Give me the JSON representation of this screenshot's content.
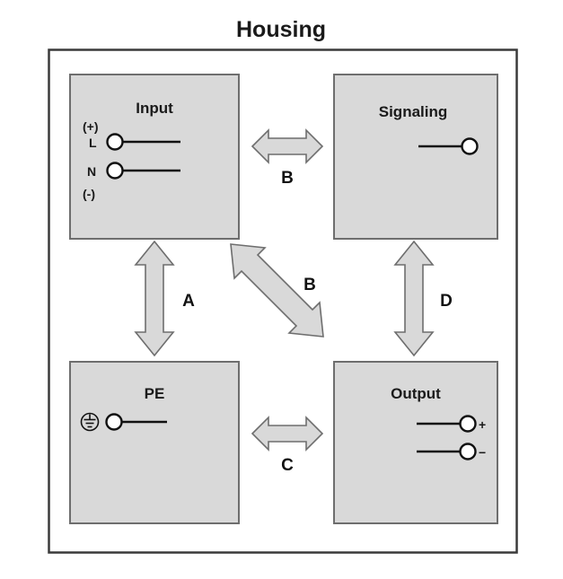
{
  "diagram": {
    "title": "Housing",
    "blocks": [
      {
        "id": "input",
        "label": "Input",
        "terminals": [
          {
            "name": "plus-marker",
            "label": "(+)"
          },
          {
            "name": "line-terminal",
            "label": "L"
          },
          {
            "name": "neutral-terminal",
            "label": "N"
          },
          {
            "name": "minus-marker",
            "label": "(-)"
          }
        ]
      },
      {
        "id": "signaling",
        "label": "Signaling",
        "terminals": [
          {
            "name": "signal-terminal",
            "label": ""
          }
        ]
      },
      {
        "id": "pe",
        "label": "PE",
        "terminals": [
          {
            "name": "earth-terminal",
            "label": "",
            "icon": "protective-earth-icon"
          }
        ]
      },
      {
        "id": "output",
        "label": "Output",
        "terminals": [
          {
            "name": "positive-terminal",
            "label": "+"
          },
          {
            "name": "negative-terminal",
            "label": "−"
          }
        ]
      }
    ],
    "arrows": [
      {
        "id": "arrow-b-top",
        "label": "B",
        "from": "input",
        "to": "signaling",
        "orientation": "horizontal"
      },
      {
        "id": "arrow-a",
        "label": "A",
        "from": "input",
        "to": "pe",
        "orientation": "vertical"
      },
      {
        "id": "arrow-b-diagonal",
        "label": "B",
        "from": "input",
        "to": "output",
        "orientation": "diagonal"
      },
      {
        "id": "arrow-d",
        "label": "D",
        "from": "signaling",
        "to": "output",
        "orientation": "vertical"
      },
      {
        "id": "arrow-c",
        "label": "C",
        "from": "pe",
        "to": "output",
        "orientation": "horizontal"
      }
    ],
    "colors": {
      "block_fill": "#d9d9d9",
      "block_stroke": "#6e6e6e",
      "housing_stroke": "#3a3a3a",
      "text": "#1a1a1a",
      "wire": "#111111"
    }
  }
}
